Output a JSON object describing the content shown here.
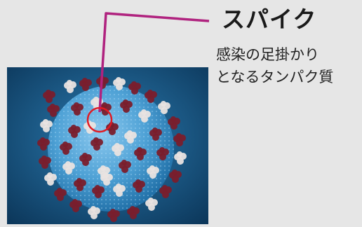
{
  "callout": {
    "title": "スパイク",
    "description_line1": "感染の足掛かり",
    "description_line2": "となるタンパク質",
    "line_color": "#b0237f",
    "circle_color": "#e01b24"
  },
  "image": {
    "subject": "virus-illustration",
    "background_colors": [
      "#0e3d63",
      "#2b7bb0"
    ],
    "body_color": "#4fa3d6",
    "spike_colors": [
      "#7a1e2c",
      "#e9e3e0"
    ]
  }
}
